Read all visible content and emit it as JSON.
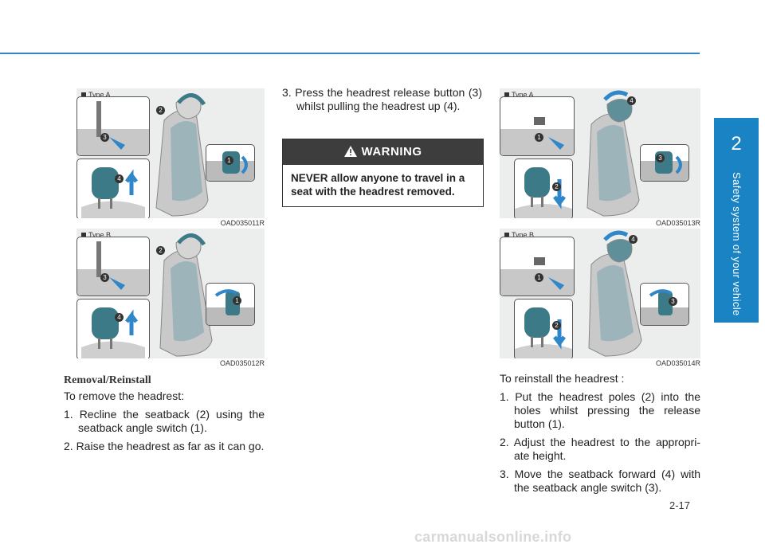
{
  "side_tab": {
    "chapter": "2",
    "title": "Safety system of your vehicle"
  },
  "figures": {
    "f1": {
      "type_label": "Type A",
      "code": "OAD035011R",
      "badges": [
        "2",
        "3",
        "4",
        "1"
      ]
    },
    "f2": {
      "type_label": "Type B",
      "code": "OAD035012R",
      "badges": [
        "2",
        "3",
        "4",
        "1"
      ]
    },
    "f3": {
      "type_label": "Type A",
      "code": "OAD035013R",
      "badges": [
        "4",
        "1",
        "2",
        "3"
      ]
    },
    "f4": {
      "type_label": "Type B",
      "code": "OAD035014R",
      "badges": [
        "4",
        "1",
        "2",
        "3"
      ]
    }
  },
  "left": {
    "heading": "Removal/Reinstall",
    "intro": "To remove the headrest:",
    "items": [
      "1. Recline the seatback (2) using the seatback angle switch (1).",
      "2. Raise the headrest as far as it can go."
    ]
  },
  "middle": {
    "item3": "3. Press the headrest release button (3) whilst pulling the headrest up (4).",
    "warning": {
      "title": "WARNING",
      "body": "NEVER allow anyone to travel in a seat with the headrest removed."
    }
  },
  "right": {
    "intro": "To reinstall the headrest :",
    "items": [
      "1. Put the headrest poles (2) into the holes whilst pressing the release button (1).",
      "2. Adjust the headrest to the appropri-ate height.",
      "3. Move the seatback forward (4) with the seatback angle switch (3)."
    ]
  },
  "page_number": "2-17",
  "watermark": "carmanualsonline.info",
  "colors": {
    "accent": "#1a83c4",
    "headrest": "#3d7a88",
    "arrow": "#2f86c8"
  }
}
